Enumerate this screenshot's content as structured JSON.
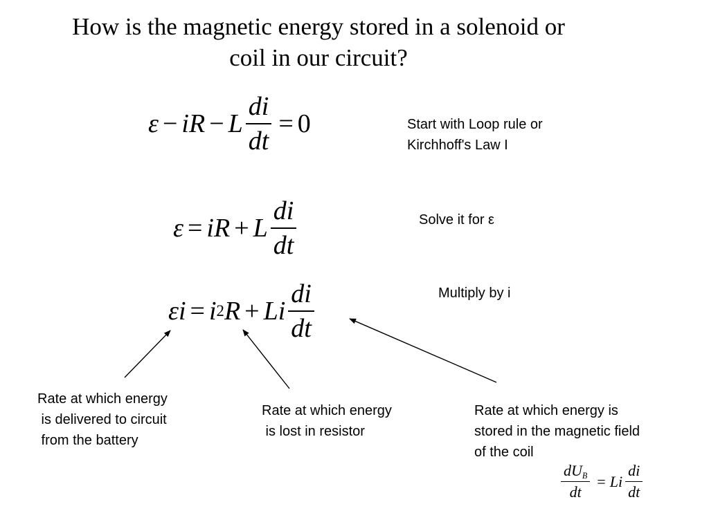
{
  "title": {
    "line1": "How is the magnetic energy stored in a solenoid or",
    "line2": "coil in our circuit?"
  },
  "equations": {
    "eq1": {
      "emf": "ε",
      "minus1": "−",
      "ir": "iR",
      "minus2": "−",
      "l": "L",
      "num": "di",
      "den": "dt",
      "equals": "=",
      "rhs": "0"
    },
    "eq2": {
      "emf": "ε",
      "equals": "=",
      "ir": "iR",
      "plus": "+",
      "l": "L",
      "num": "di",
      "den": "dt"
    },
    "eq3": {
      "emf_i": "εi",
      "equals": "=",
      "i": "i",
      "exp": "2",
      "r": "R",
      "plus": "+",
      "li": "Li",
      "num": "di",
      "den": "dt"
    },
    "eq4": {
      "du": "dU",
      "sub": "B",
      "den1": "dt",
      "equals": "=",
      "li": "Li",
      "num": "di",
      "den2": "dt"
    }
  },
  "notes": {
    "loop_rule": "Start with Loop rule or\nKirchhoff's Law I",
    "solve": "Solve it for ε",
    "multiply": "Multiply by i",
    "battery": "Rate at which energy\n is delivered to circuit\n from the battery",
    "resistor": "Rate at which energy\n is lost in resistor",
    "coil": "Rate at which energy is\nstored in the magnetic field\nof the coil"
  }
}
